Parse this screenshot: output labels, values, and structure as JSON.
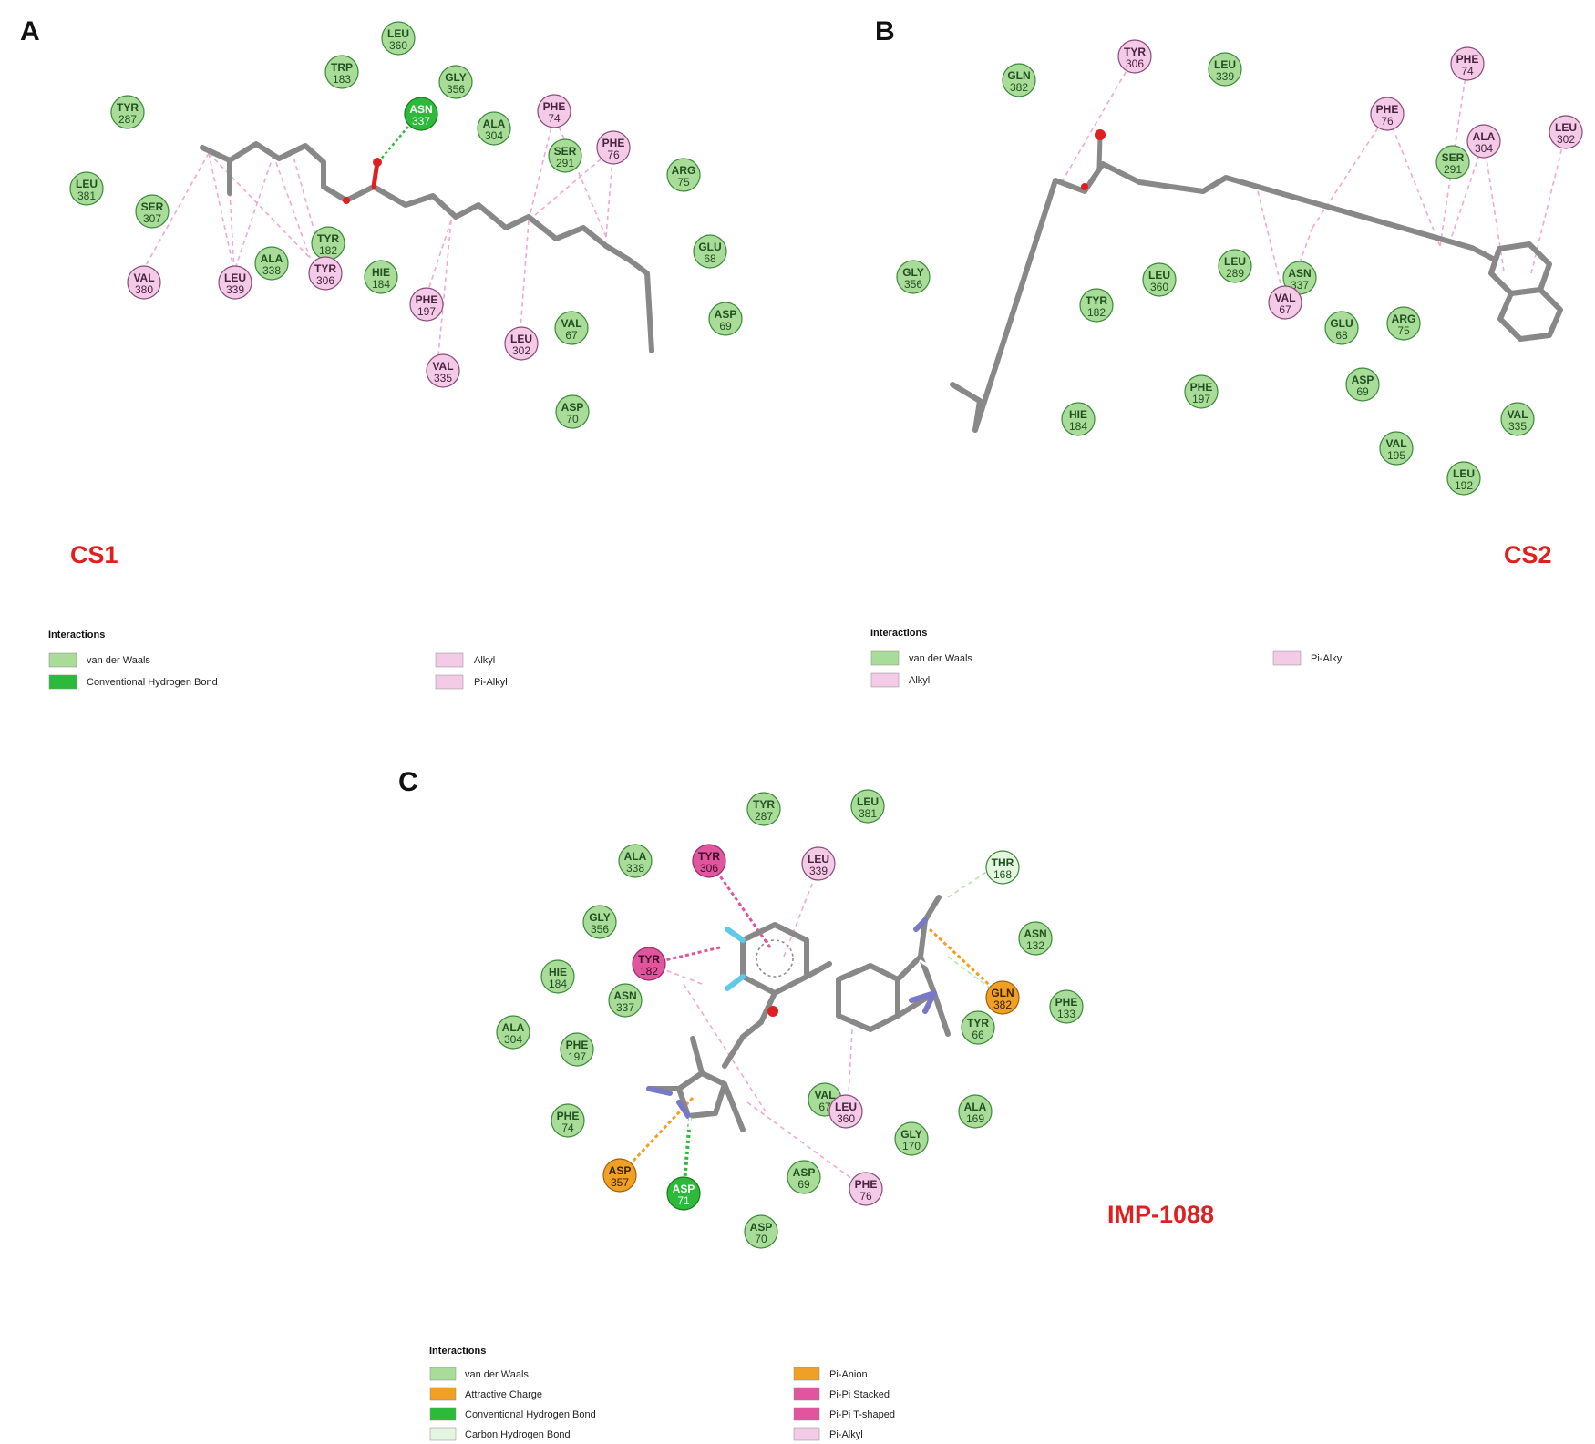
{
  "colors": {
    "vdw": "#a8dc98",
    "hbond": "#2dba3a",
    "chbond": "#e4f6e0",
    "alkyl": "#f4cbe6",
    "pistack": "#e0559e",
    "charge": "#f0a024",
    "bond": "#808080",
    "oxygen": "#e02020",
    "nitrogen": "#7878c8",
    "fluorine": "#60c8e8"
  },
  "panels": [
    {
      "letter": "A",
      "compound": "CS1",
      "legend": {
        "title": "Interactions",
        "items": [
          {
            "label": "van der Waals",
            "color": "vdw"
          },
          {
            "label": "Conventional Hydrogen Bond",
            "color": "hbond"
          },
          {
            "label": "Alkyl",
            "color": "alkyl"
          },
          {
            "label": "Pi-Alkyl",
            "color": "alkyl"
          }
        ]
      },
      "residues": [
        {
          "name": "LEU",
          "num": "360",
          "type": "vdw"
        },
        {
          "name": "TRP",
          "num": "183",
          "type": "vdw"
        },
        {
          "name": "GLY",
          "num": "356",
          "type": "vdw"
        },
        {
          "name": "TYR",
          "num": "287",
          "type": "vdw"
        },
        {
          "name": "ASN",
          "num": "337",
          "type": "hbond"
        },
        {
          "name": "ALA",
          "num": "304",
          "type": "vdw"
        },
        {
          "name": "PHE",
          "num": "74",
          "type": "alkyl"
        },
        {
          "name": "SER",
          "num": "291",
          "type": "vdw"
        },
        {
          "name": "PHE",
          "num": "76",
          "type": "alkyl"
        },
        {
          "name": "ARG",
          "num": "75",
          "type": "vdw"
        },
        {
          "name": "LEU",
          "num": "381",
          "type": "vdw"
        },
        {
          "name": "SER",
          "num": "307",
          "type": "vdw"
        },
        {
          "name": "TYR",
          "num": "182",
          "type": "vdw"
        },
        {
          "name": "ALA",
          "num": "338",
          "type": "vdw"
        },
        {
          "name": "TYR",
          "num": "306",
          "type": "alkyl"
        },
        {
          "name": "HIE",
          "num": "184",
          "type": "vdw"
        },
        {
          "name": "VAL",
          "num": "380",
          "type": "alkyl"
        },
        {
          "name": "LEU",
          "num": "339",
          "type": "alkyl"
        },
        {
          "name": "PHE",
          "num": "197",
          "type": "alkyl"
        },
        {
          "name": "GLU",
          "num": "68",
          "type": "vdw"
        },
        {
          "name": "ASP",
          "num": "69",
          "type": "vdw"
        },
        {
          "name": "VAL",
          "num": "67",
          "type": "vdw"
        },
        {
          "name": "LEU",
          "num": "302",
          "type": "alkyl"
        },
        {
          "name": "VAL",
          "num": "335",
          "type": "alkyl"
        },
        {
          "name": "ASP",
          "num": "70",
          "type": "vdw"
        }
      ]
    },
    {
      "letter": "B",
      "compound": "CS2",
      "legend": {
        "title": "Interactions",
        "items": [
          {
            "label": "van der Waals",
            "color": "vdw"
          },
          {
            "label": "Alkyl",
            "color": "alkyl"
          },
          {
            "label": "Pi-Alkyl",
            "color": "alkyl"
          }
        ]
      },
      "residues": [
        {
          "name": "GLN",
          "num": "382",
          "type": "vdw"
        },
        {
          "name": "TYR",
          "num": "306",
          "type": "alkyl"
        },
        {
          "name": "LEU",
          "num": "339",
          "type": "vdw"
        },
        {
          "name": "PHE",
          "num": "74",
          "type": "alkyl"
        },
        {
          "name": "PHE",
          "num": "76",
          "type": "alkyl"
        },
        {
          "name": "ALA",
          "num": "304",
          "type": "alkyl"
        },
        {
          "name": "LEU",
          "num": "302",
          "type": "alkyl"
        },
        {
          "name": "SER",
          "num": "291",
          "type": "vdw"
        },
        {
          "name": "GLY",
          "num": "356",
          "type": "vdw"
        },
        {
          "name": "LEU",
          "num": "360",
          "type": "vdw"
        },
        {
          "name": "LEU",
          "num": "289",
          "type": "vdw"
        },
        {
          "name": "TYR",
          "num": "182",
          "type": "vdw"
        },
        {
          "name": "ASN",
          "num": "337",
          "type": "vdw"
        },
        {
          "name": "VAL",
          "num": "67",
          "type": "alkyl"
        },
        {
          "name": "GLU",
          "num": "68",
          "type": "vdw"
        },
        {
          "name": "ARG",
          "num": "75",
          "type": "vdw"
        },
        {
          "name": "ASP",
          "num": "69",
          "type": "vdw"
        },
        {
          "name": "PHE",
          "num": "197",
          "type": "vdw"
        },
        {
          "name": "HIE",
          "num": "184",
          "type": "vdw"
        },
        {
          "name": "VAL",
          "num": "335",
          "type": "vdw"
        },
        {
          "name": "VAL",
          "num": "195",
          "type": "vdw"
        },
        {
          "name": "LEU",
          "num": "192",
          "type": "vdw"
        }
      ]
    },
    {
      "letter": "C",
      "compound": "IMP-1088",
      "legend": {
        "title": "Interactions",
        "items": [
          {
            "label": "van der Waals",
            "color": "vdw"
          },
          {
            "label": "Attractive Charge",
            "color": "charge"
          },
          {
            "label": "Conventional Hydrogen Bond",
            "color": "hbond"
          },
          {
            "label": "Carbon Hydrogen Bond",
            "color": "chbond"
          },
          {
            "label": "Pi-Anion",
            "color": "charge"
          },
          {
            "label": "Pi-Pi Stacked",
            "color": "pistack"
          },
          {
            "label": "Pi-Pi T-shaped",
            "color": "pistack"
          },
          {
            "label": "Pi-Alkyl",
            "color": "alkyl"
          }
        ]
      },
      "residues": [
        {
          "name": "TYR",
          "num": "287",
          "type": "vdw"
        },
        {
          "name": "LEU",
          "num": "381",
          "type": "vdw"
        },
        {
          "name": "ALA",
          "num": "338",
          "type": "vdw"
        },
        {
          "name": "TYR",
          "num": "306",
          "type": "pistack"
        },
        {
          "name": "LEU",
          "num": "339",
          "type": "alkyl"
        },
        {
          "name": "THR",
          "num": "168",
          "type": "chbond"
        },
        {
          "name": "GLY",
          "num": "356",
          "type": "vdw"
        },
        {
          "name": "ASN",
          "num": "132",
          "type": "vdw"
        },
        {
          "name": "TYR",
          "num": "182",
          "type": "pistack"
        },
        {
          "name": "HIE",
          "num": "184",
          "type": "vdw"
        },
        {
          "name": "ASN",
          "num": "337",
          "type": "vdw"
        },
        {
          "name": "GLN",
          "num": "382",
          "type": "charge"
        },
        {
          "name": "PHE",
          "num": "133",
          "type": "vdw"
        },
        {
          "name": "TYR",
          "num": "66",
          "type": "vdw"
        },
        {
          "name": "ALA",
          "num": "304",
          "type": "vdw"
        },
        {
          "name": "PHE",
          "num": "197",
          "type": "vdw"
        },
        {
          "name": "VAL",
          "num": "67",
          "type": "vdw"
        },
        {
          "name": "LEU",
          "num": "360",
          "type": "alkyl"
        },
        {
          "name": "ALA",
          "num": "169",
          "type": "vdw"
        },
        {
          "name": "PHE",
          "num": "74",
          "type": "vdw"
        },
        {
          "name": "GLY",
          "num": "170",
          "type": "vdw"
        },
        {
          "name": "ASP",
          "num": "357",
          "type": "charge"
        },
        {
          "name": "ASP",
          "num": "71",
          "type": "hbond"
        },
        {
          "name": "ASP",
          "num": "69",
          "type": "vdw"
        },
        {
          "name": "PHE",
          "num": "76",
          "type": "alkyl"
        },
        {
          "name": "ASP",
          "num": "70",
          "type": "vdw"
        }
      ]
    }
  ]
}
